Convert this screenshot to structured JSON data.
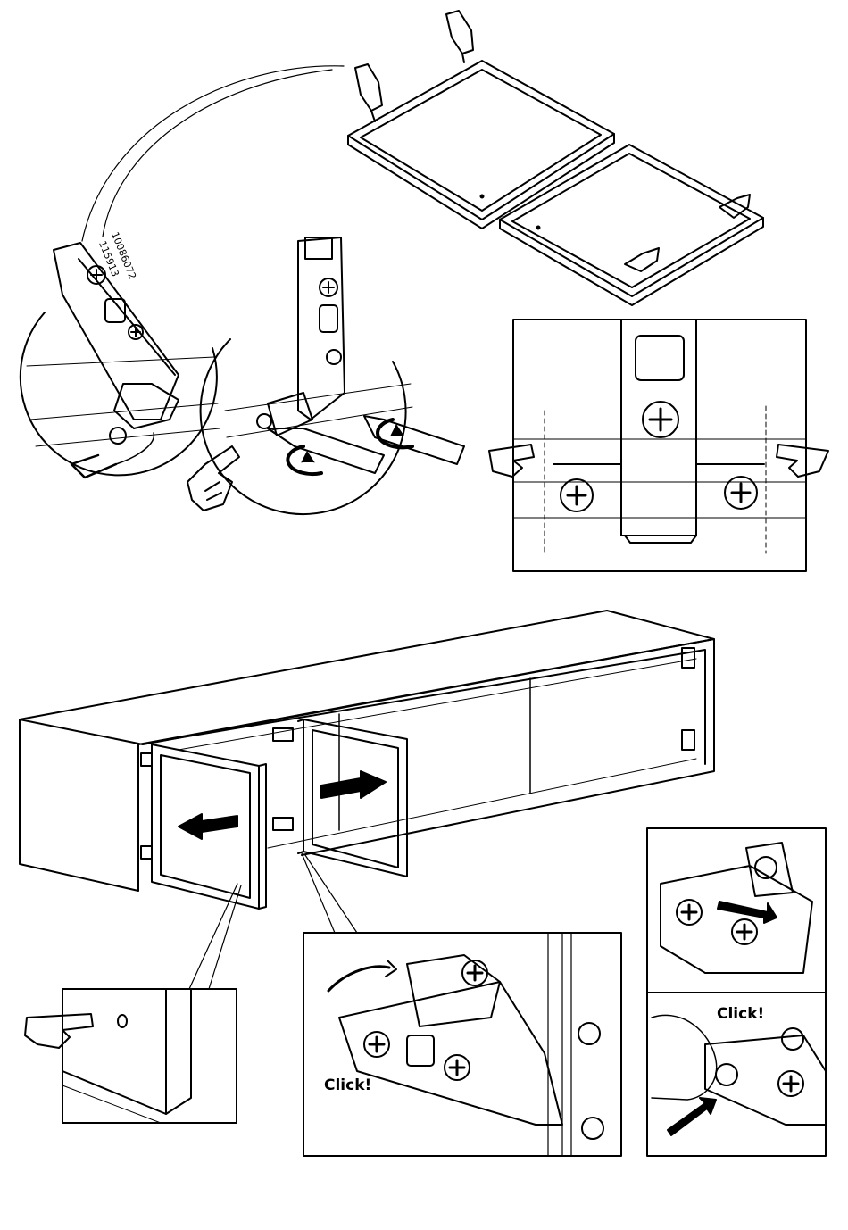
{
  "part_numbers": [
    "10086072",
    "115913"
  ],
  "callouts": {
    "click_center": "Click!",
    "click_right": "Click!"
  }
}
